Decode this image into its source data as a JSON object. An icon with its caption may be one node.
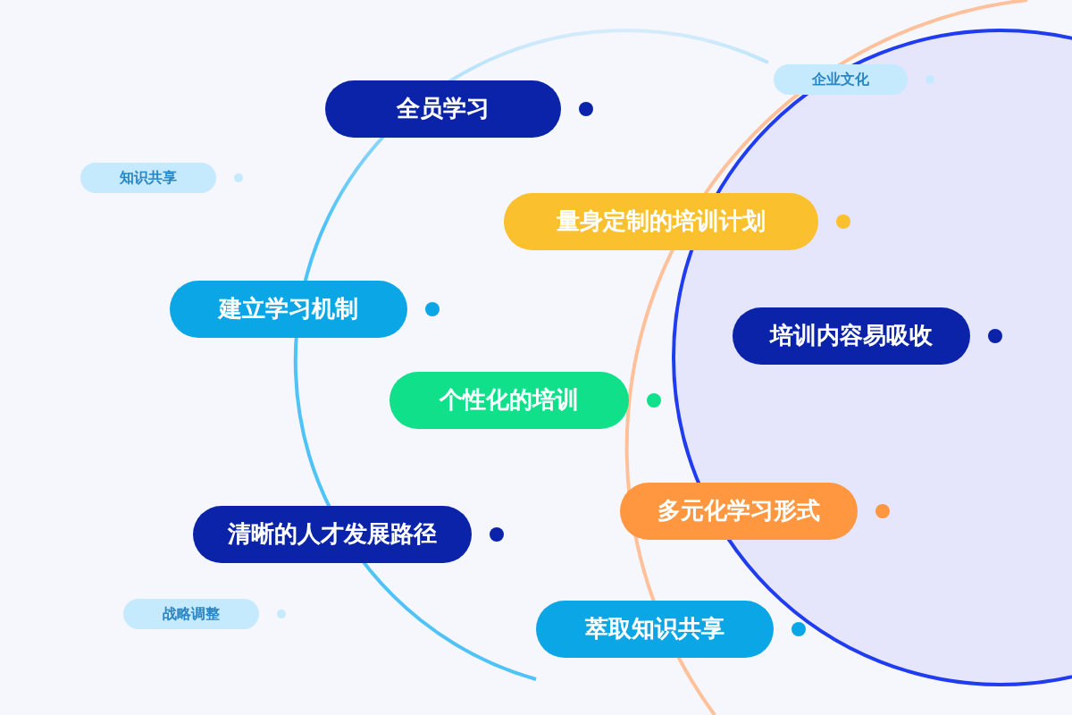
{
  "diagram": {
    "nodes": [
      {
        "text": [
          "企业文化"
        ]
      },
      {
        "text": [
          "全员学习"
        ]
      },
      {
        "text": [
          "知识共享"
        ]
      },
      {
        "text": [
          "量身定制的培训计划"
        ]
      },
      {
        "text": [
          "建立学习机制"
        ]
      },
      {
        "text": [
          "培训内容易吸收"
        ]
      },
      {
        "text": [
          "个性化的培训"
        ]
      },
      {
        "text": [
          "多元化学习形式"
        ]
      },
      {
        "text": [
          "清晰的人才发展路径"
        ]
      },
      {
        "text": [
          "战略调整"
        ]
      },
      {
        "text": [
          "萃取知识共享"
        ]
      }
    ]
  }
}
